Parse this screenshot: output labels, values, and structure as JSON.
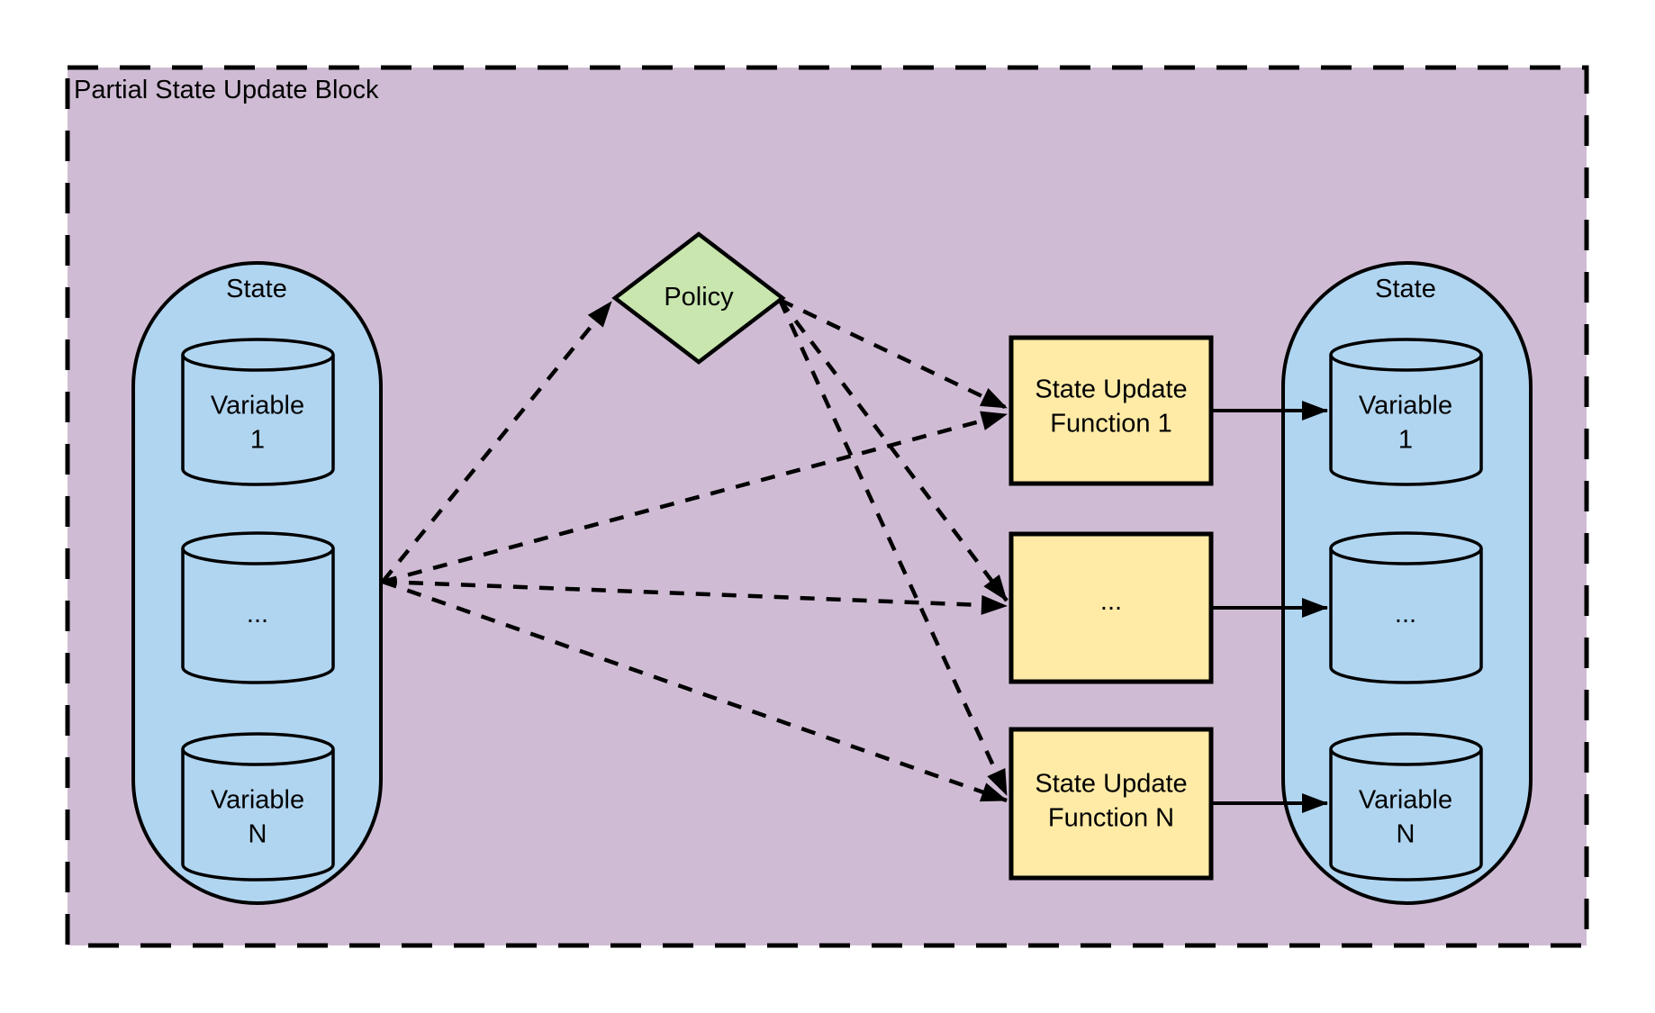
{
  "diagram": {
    "title": "Partial State Update Block",
    "policy": {
      "label": "Policy"
    },
    "state_left": {
      "label": "State",
      "variable_1": "Variable\n1",
      "variable_mid": "...",
      "variable_n": "Variable\nN"
    },
    "state_right": {
      "label": "State",
      "variable_1": "Variable\n1",
      "variable_mid": "...",
      "variable_n": "Variable\nN"
    },
    "functions": {
      "function_1": "State Update\nFunction 1",
      "function_mid": "...",
      "function_n": "State Update\nFunction N"
    },
    "colors": {
      "block_fill": "#cfbcd4",
      "state_fill": "#b0d5f0",
      "policy_fill": "#c8e6ae",
      "function_fill": "#ffeba6",
      "stroke": "#000000"
    }
  }
}
